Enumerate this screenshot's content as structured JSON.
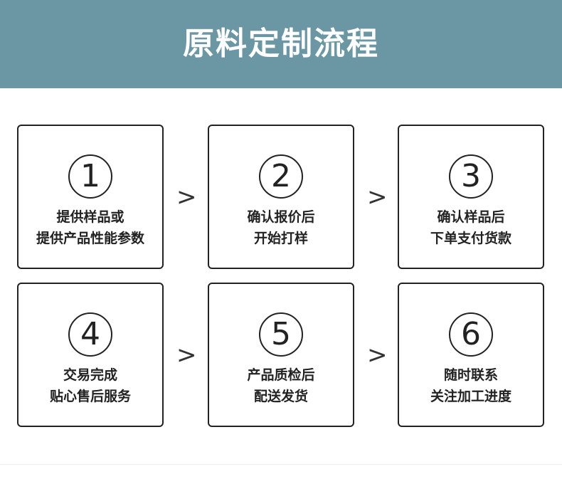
{
  "header": {
    "title": "原料定制流程"
  },
  "steps": [
    {
      "number": "1",
      "line1": "提供样品或",
      "line2": "提供产品性能参数"
    },
    {
      "number": "2",
      "line1": "确认报价后",
      "line2": "开始打样"
    },
    {
      "number": "3",
      "line1": "确认样品后",
      "line2": "下单支付货款"
    },
    {
      "number": "4",
      "line1": "交易完成",
      "line2": "贴心售后服务"
    },
    {
      "number": "5",
      "line1": "产品质检后",
      "line2": "配送发货"
    },
    {
      "number": "6",
      "line1": "随时联系",
      "line2": "关注加工进度"
    }
  ],
  "arrow_glyph": ">"
}
